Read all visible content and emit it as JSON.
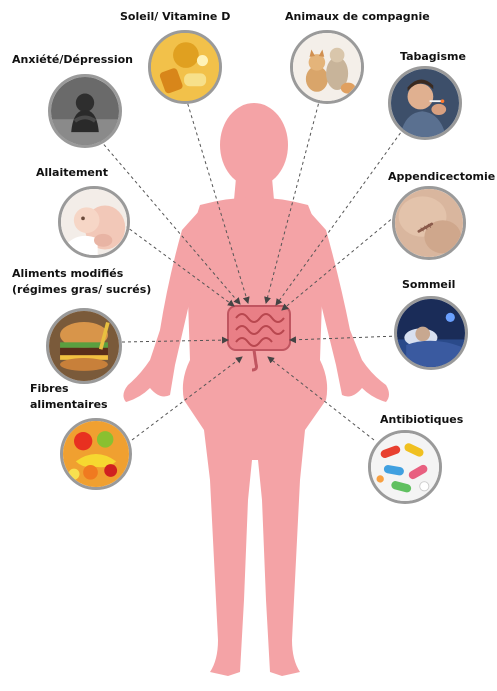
{
  "labels": {
    "soleil": "Soleil/ Vitamine D",
    "animaux": "Animaux de compagnie",
    "anxiete": "Anxiété/Dépression",
    "tabagisme": "Tabagisme",
    "allaitement": "Allaitement",
    "appendicectomie": "Appendicectomie",
    "aliments_line1": "Aliments modifiés",
    "aliments_line2": "(régimes gras/ sucrés)",
    "sommeil": "Sommeil",
    "fibres_line1": "Fibres",
    "fibres_line2": "alimentaires",
    "antibiotiques": "Antibiotiques"
  },
  "colors": {
    "body": "#f4a3a6",
    "intestine": "#e97f86",
    "arrow": "#555555",
    "circle_border": "#9a9a9a"
  },
  "icons": {
    "soleil": "sun-vitamin-d-icon",
    "animaux": "pets-icon",
    "anxiete": "sad-person-icon",
    "tabagisme": "smoker-icon",
    "allaitement": "breastfeeding-icon",
    "appendicectomie": "surgery-scar-icon",
    "aliments": "burger-fast-food-icon",
    "sommeil": "sleep-icon",
    "fibres": "fruits-vegetables-icon",
    "antibiotiques": "pills-icon"
  }
}
